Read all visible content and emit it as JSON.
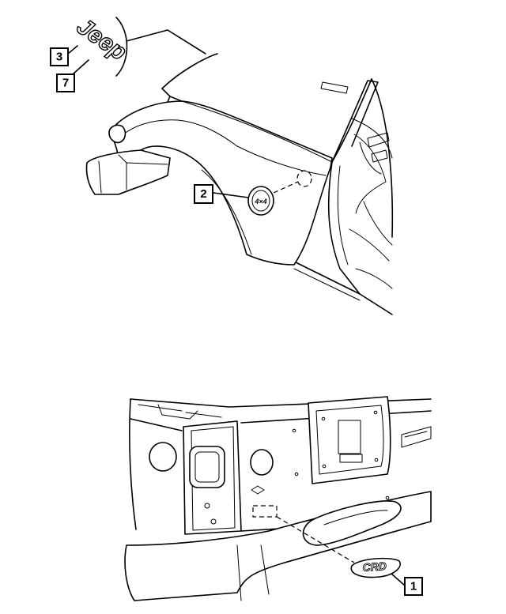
{
  "callouts": {
    "c1": "1",
    "c2": "2",
    "c3": "3",
    "c7": "7"
  },
  "emblems": {
    "jeep_nameplate": "Jeep",
    "crd_badge": "CRD"
  }
}
